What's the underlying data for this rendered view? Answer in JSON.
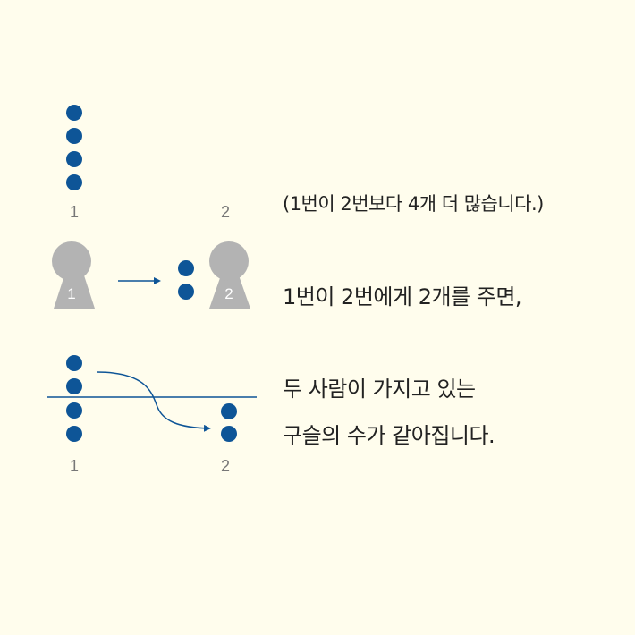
{
  "diagram": {
    "top_labels": [
      "1",
      "2"
    ],
    "person_labels": [
      "1",
      "2"
    ],
    "bottom_labels": [
      "1",
      "2"
    ]
  },
  "text": {
    "note": "(1번이 2번보다 4개 더 많습니다.)",
    "line1": "1번이 2번에게 2개를 주면,",
    "line2": "두 사람이 가지고 있는",
    "line3": "구슬의 수가 같아집니다."
  },
  "colors": {
    "background": "#fffded",
    "marble": "#0e5597",
    "person": "#b3b3b3",
    "label": "#777777",
    "text": "#222222"
  }
}
